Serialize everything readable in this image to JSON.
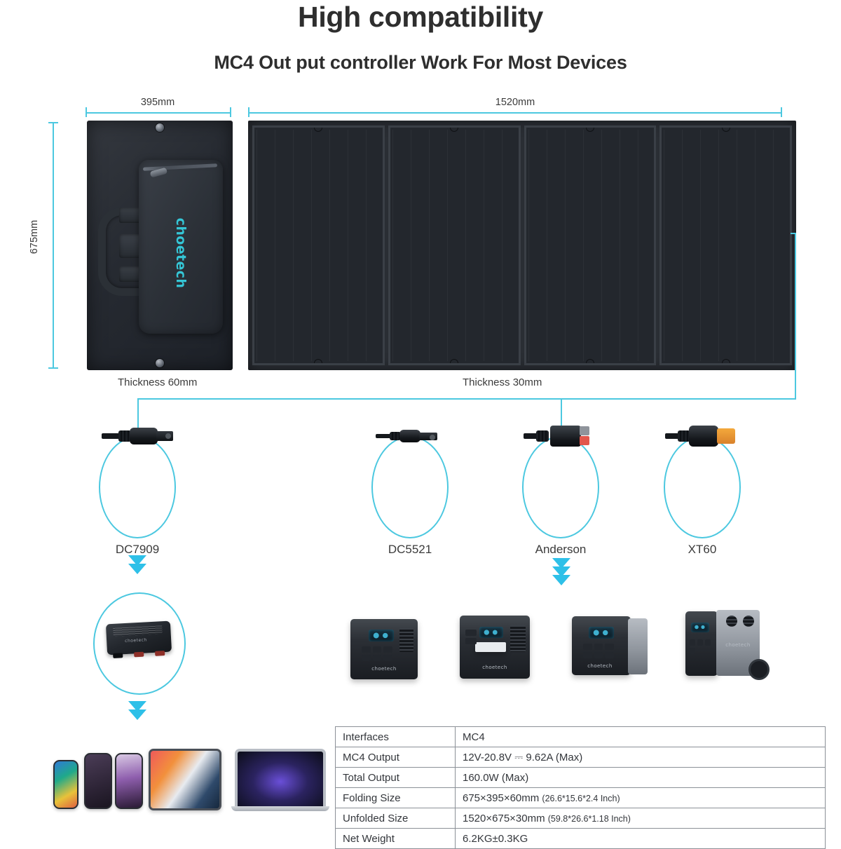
{
  "header": {
    "title": "High compatibility",
    "subtitle": "MC4 Out put controller Work For Most Devices"
  },
  "colors": {
    "accent_cyan": "#4cc8e0",
    "arrow_cyan": "#2ec0e8",
    "brand_teal": "#35c6d6",
    "text_dark": "#2e2e2e",
    "panel_dark": "#2a2e34",
    "table_border": "#8b9097"
  },
  "diagram": {
    "folded": {
      "width_label": "395mm",
      "height_label": "675mm",
      "thickness_label": "Thickness 60mm",
      "brand": "choetech"
    },
    "unfolded": {
      "width_label": "1520mm",
      "thickness_label": "Thickness 30mm",
      "sections": 4
    }
  },
  "connectors": [
    {
      "id": "dc7909",
      "label": "DC7909",
      "plug_type": "barrel-plug"
    },
    {
      "id": "dc5521",
      "label": "DC5521",
      "plug_type": "barrel-plug-small"
    },
    {
      "id": "anderson",
      "label": "Anderson",
      "plug_type": "anderson-plug"
    },
    {
      "id": "xt60",
      "label": "XT60",
      "plug_type": "xt60-plug"
    }
  ],
  "adapter": {
    "name": "multi-port-adapter-hub",
    "brand": "choetech"
  },
  "power_stations": [
    {
      "name": "power-station-1",
      "brand": "choetech"
    },
    {
      "name": "power-station-2",
      "brand": "choetech"
    },
    {
      "name": "power-station-3",
      "brand": "choetech"
    },
    {
      "name": "power-station-4",
      "brand": "choetech"
    }
  ],
  "consumer_devices": [
    {
      "name": "smartphone-android"
    },
    {
      "name": "smartphone-purple"
    },
    {
      "name": "smartphone-white"
    },
    {
      "name": "tablet"
    },
    {
      "name": "laptop"
    }
  ],
  "spec_table": {
    "rows": [
      {
        "key": "Interfaces",
        "value": "MC4",
        "sub": ""
      },
      {
        "key": "MC4 Output",
        "value": "12V-20.8V ⎓ 9.62A (Max)",
        "sub": ""
      },
      {
        "key": "Total Output",
        "value": "160.0W (Max)",
        "sub": ""
      },
      {
        "key": "Folding Size",
        "value": "675×395×60mm",
        "sub": "(26.6*15.6*2.4 Inch)"
      },
      {
        "key": "Unfolded Size",
        "value": "1520×675×30mm",
        "sub": "(59.8*26.6*1.18 Inch)"
      },
      {
        "key": "Net Weight",
        "value": "6.2KG±0.3KG",
        "sub": ""
      }
    ]
  }
}
